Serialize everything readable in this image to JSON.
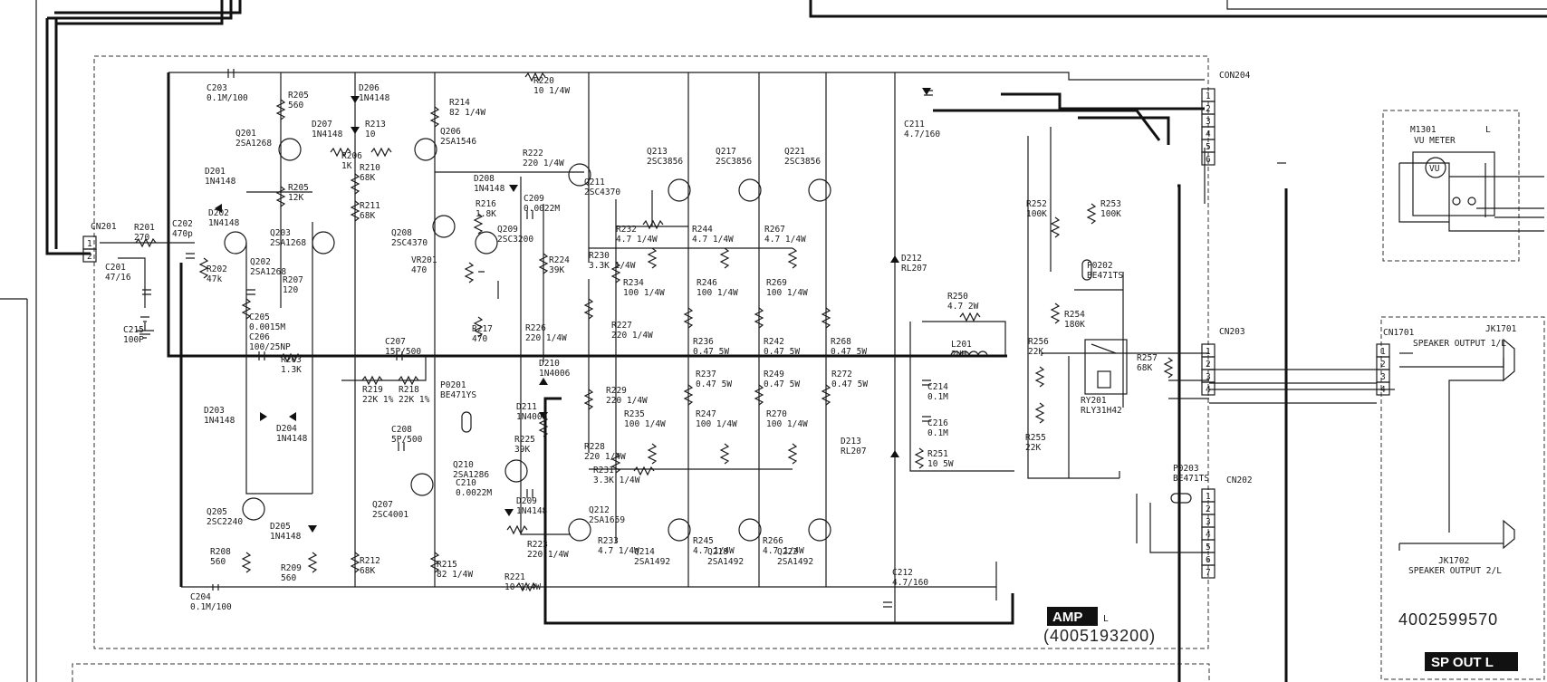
{
  "board": {
    "section_label": "AMP",
    "section_suffix": "L",
    "part_number": "(4005193200)"
  },
  "sp_board": {
    "part_number": "4002599570",
    "section_label": "SP OUT L"
  },
  "vu_meter": {
    "ref": "M1301",
    "suffix": "L",
    "name": "VU METER",
    "symbol": "VU"
  },
  "jacks": {
    "jk1701": {
      "ref": "JK1701",
      "name": "SPEAKER OUTPUT 1/L"
    },
    "jk1702": {
      "ref": "JK1702",
      "name": "SPEAKER OUTPUT 2/L"
    },
    "cn1701": "CN1701"
  },
  "connectors": {
    "cn201": {
      "ref": "CN201",
      "pins": [
        "1",
        "2"
      ]
    },
    "cn204": {
      "ref": "CON204",
      "pins": [
        "1",
        "2",
        "3",
        "4",
        "5",
        "6"
      ]
    },
    "cn203": {
      "ref": "CN203",
      "pins": [
        "1",
        "2",
        "3",
        "4"
      ]
    },
    "cn202": {
      "ref": "CN202",
      "pins": [
        "1",
        "2",
        "3",
        "4",
        "5",
        "6",
        "7"
      ]
    },
    "cn1701_pins": [
      "1",
      "2",
      "3",
      "4"
    ]
  },
  "components": [
    {
      "ref": "C203",
      "val": "0.1M/100"
    },
    {
      "ref": "R205",
      "val": "560"
    },
    {
      "ref": "D206",
      "val": "1N4148"
    },
    {
      "ref": "R214",
      "val": "82 1/4W"
    },
    {
      "ref": "R220",
      "val": "10 1/4W"
    },
    {
      "ref": "Q201",
      "val": "2SA1268"
    },
    {
      "ref": "D207",
      "val": "1N4148"
    },
    {
      "ref": "R213",
      "val": "10"
    },
    {
      "ref": "Q206",
      "val": "2SA1546"
    },
    {
      "ref": "R206",
      "val": "1K"
    },
    {
      "ref": "D201",
      "val": "1N4148"
    },
    {
      "ref": "R210",
      "val": "68K"
    },
    {
      "ref": "R222",
      "val": "220 1/4W"
    },
    {
      "ref": "Q213",
      "val": "2SC3856"
    },
    {
      "ref": "Q217",
      "val": "2SC3856"
    },
    {
      "ref": "Q221",
      "val": "2SC3856"
    },
    {
      "ref": "R205b",
      "val": "12K"
    },
    {
      "ref": "R211",
      "val": "68K"
    },
    {
      "ref": "D208",
      "val": "1N4148"
    },
    {
      "ref": "C209",
      "val": "0.0022M"
    },
    {
      "ref": "Q211",
      "val": "2SC4370"
    },
    {
      "ref": "D202",
      "val": "1N4148"
    },
    {
      "ref": "CN201",
      "val": ""
    },
    {
      "ref": "R201",
      "val": "270"
    },
    {
      "ref": "C202",
      "val": "470p"
    },
    {
      "ref": "Q203",
      "val": "2SA1268"
    },
    {
      "ref": "Q208",
      "val": "2SC4370"
    },
    {
      "ref": "R216",
      "val": "1.8K"
    },
    {
      "ref": "Q209",
      "val": "2SC3200"
    },
    {
      "ref": "R232",
      "val": "4.7 1/4W"
    },
    {
      "ref": "R244",
      "val": "4.7 1/4W"
    },
    {
      "ref": "R267",
      "val": "4.7 1/4W"
    },
    {
      "ref": "C201",
      "val": "47/16"
    },
    {
      "ref": "Q202",
      "val": "2SA1268"
    },
    {
      "ref": "R202",
      "val": "47k"
    },
    {
      "ref": "VR201",
      "val": "470"
    },
    {
      "ref": "R224",
      "val": "39K"
    },
    {
      "ref": "R230",
      "val": "3.3K 1/4W"
    },
    {
      "ref": "R207",
      "val": "120"
    },
    {
      "ref": "R234",
      "val": "100 1/4W"
    },
    {
      "ref": "R246",
      "val": "100 1/4W"
    },
    {
      "ref": "R269",
      "val": "100 1/4W"
    },
    {
      "ref": "C205",
      "val": "0.0015M"
    },
    {
      "ref": "C215",
      "val": "100P"
    },
    {
      "ref": "R217",
      "val": "470"
    },
    {
      "ref": "R226",
      "val": "220 1/4W"
    },
    {
      "ref": "R227",
      "val": "220 1/4W"
    },
    {
      "ref": "R236",
      "val": "0.47 5W"
    },
    {
      "ref": "R242",
      "val": "0.47 5W"
    },
    {
      "ref": "R268",
      "val": "0.47 5W"
    },
    {
      "ref": "C206",
      "val": "100/25NP"
    },
    {
      "ref": "C207",
      "val": "15P/500"
    },
    {
      "ref": "R203",
      "val": "1.3K"
    },
    {
      "ref": "D210",
      "val": "1N4006"
    },
    {
      "ref": "R237",
      "val": "0.47 5W"
    },
    {
      "ref": "R249",
      "val": "0.47 5W"
    },
    {
      "ref": "R272",
      "val": "0.47 5W"
    },
    {
      "ref": "R219",
      "val": "22K 1%"
    },
    {
      "ref": "R218",
      "val": "22K 1%"
    },
    {
      "ref": "P0201",
      "val": "BE471YS"
    },
    {
      "ref": "R229",
      "val": "220 1/4W"
    },
    {
      "ref": "D203",
      "val": "1N4148"
    },
    {
      "ref": "D204",
      "val": "1N4148"
    },
    {
      "ref": "D211",
      "val": "1N4006"
    },
    {
      "ref": "R235",
      "val": "100 1/4W"
    },
    {
      "ref": "R247",
      "val": "100 1/4W"
    },
    {
      "ref": "R270",
      "val": "100 1/4W"
    },
    {
      "ref": "C208",
      "val": "5P/500"
    },
    {
      "ref": "R225",
      "val": "39K"
    },
    {
      "ref": "R228",
      "val": "220 1/4W"
    },
    {
      "ref": "Q210",
      "val": "2SA1286"
    },
    {
      "ref": "R231",
      "val": "3.3K 1/4W"
    },
    {
      "ref": "C210",
      "val": "0.0022M"
    },
    {
      "ref": "Q207",
      "val": "2SC4001"
    },
    {
      "ref": "D209",
      "val": "1N4148"
    },
    {
      "ref": "Q205",
      "val": "2SC2240"
    },
    {
      "ref": "D205",
      "val": "1N4148"
    },
    {
      "ref": "Q212",
      "val": "2SA1659"
    },
    {
      "ref": "R223",
      "val": "220 1/4W"
    },
    {
      "ref": "R233",
      "val": "4.7 1/4W"
    },
    {
      "ref": "R245",
      "val": "4.7 1/4W"
    },
    {
      "ref": "R266",
      "val": "4.7 1/4W"
    },
    {
      "ref": "Q214",
      "val": "2SA1492"
    },
    {
      "ref": "Q218",
      "val": "2SA1492"
    },
    {
      "ref": "Q222",
      "val": "2SA1492"
    },
    {
      "ref": "R208",
      "val": "560"
    },
    {
      "ref": "R209",
      "val": "560"
    },
    {
      "ref": "R212",
      "val": "68K"
    },
    {
      "ref": "R215",
      "val": "82 1/4W"
    },
    {
      "ref": "R221",
      "val": "10 1/4W"
    },
    {
      "ref": "C204",
      "val": "0.1M/100"
    },
    {
      "ref": "C211",
      "val": "4.7/160"
    },
    {
      "ref": "C212",
      "val": "4.7/160"
    },
    {
      "ref": "D212",
      "val": "RL207"
    },
    {
      "ref": "D213",
      "val": "RL207"
    },
    {
      "ref": "R250",
      "val": "4.7 2W"
    },
    {
      "ref": "L201",
      "val": "2UH"
    },
    {
      "ref": "C214",
      "val": "0.1M"
    },
    {
      "ref": "C216",
      "val": "0.1M"
    },
    {
      "ref": "R251",
      "val": "10 5W"
    },
    {
      "ref": "R252",
      "val": "100K"
    },
    {
      "ref": "R253",
      "val": "100K"
    },
    {
      "ref": "P0202",
      "val": "BE471TS"
    },
    {
      "ref": "R254",
      "val": "180K"
    },
    {
      "ref": "R256",
      "val": "22K"
    },
    {
      "ref": "R255",
      "val": "22K"
    },
    {
      "ref": "R257",
      "val": "68K"
    },
    {
      "ref": "RY201",
      "val": "RLY31H42"
    },
    {
      "ref": "P0203",
      "val": "BE471TS"
    }
  ]
}
